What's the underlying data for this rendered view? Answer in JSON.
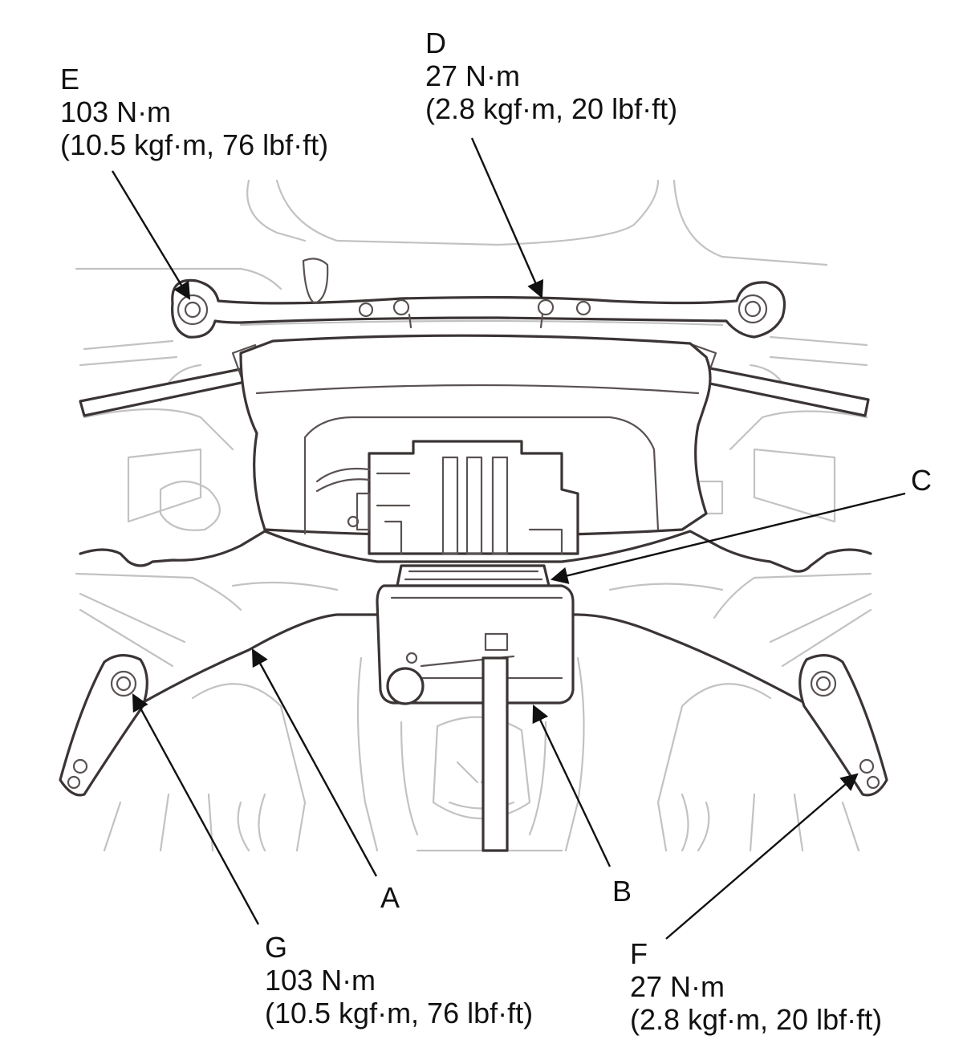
{
  "callouts": {
    "A": {
      "letter": "A"
    },
    "B": {
      "letter": "B"
    },
    "C": {
      "letter": "C"
    },
    "D": {
      "letter": "D",
      "torque": "27 N·m",
      "alt": "(2.8 kgf·m, 20 lbf·ft)"
    },
    "E": {
      "letter": "E",
      "torque": "103 N·m",
      "alt": "(10.5 kgf·m, 76 lbf·ft)"
    },
    "F": {
      "letter": "F",
      "torque": "27 N·m",
      "alt": "(2.8 kgf·m, 20 lbf·ft)"
    },
    "G": {
      "letter": "G",
      "torque": "103 N·m",
      "alt": "(10.5 kgf·m, 76 lbf·ft)"
    }
  },
  "colors": {
    "line_art": "#3b3434",
    "background_art": "#c2c2c2",
    "text": "#111111"
  }
}
